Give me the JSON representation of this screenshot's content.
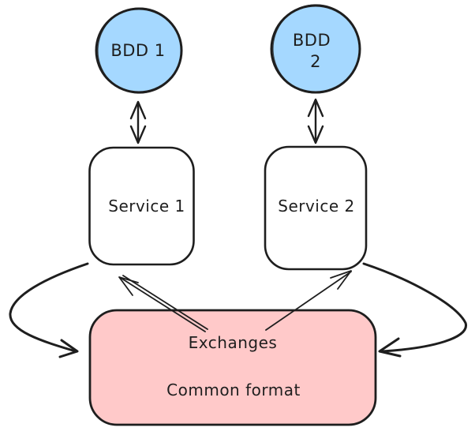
{
  "diagram": {
    "nodes": {
      "bdd1": {
        "label": "BDD 1"
      },
      "bdd2": {
        "label_line1": "BDD",
        "label_line2": "2"
      },
      "service1": {
        "label": "Service 1"
      },
      "service2": {
        "label": "Service 2"
      },
      "common_format": {
        "annotation": "Exchanges",
        "label": "Common format"
      }
    },
    "colors": {
      "database_fill": "#a5d8ff",
      "service_fill": "#ffffff",
      "common_fill": "#ffc9c9",
      "stroke": "#1e1e1e",
      "canvas_background": "#ffffff"
    }
  }
}
